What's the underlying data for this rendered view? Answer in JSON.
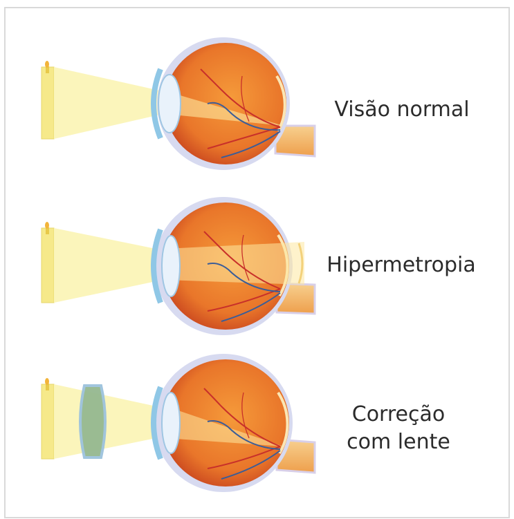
{
  "labels": {
    "normal": "Visão normal",
    "hypermetropia": "Hipermetropia",
    "correction_line1": "Correção",
    "correction_line2": "com lente"
  },
  "colors": {
    "light_cone": "#fbf4b7",
    "light_source": "#f6e98a",
    "eyeball": "#e8782a",
    "sclera": "#c8cce8",
    "retina_line": "#fbe6b4",
    "lens": "#cfe3f6",
    "cornea": "#8fc7e6",
    "optic_nerve": "#f4c07a",
    "vessel_red": "#c8302a",
    "vessel_blue": "#3b5d98",
    "corrective_lens": "#95b890"
  }
}
